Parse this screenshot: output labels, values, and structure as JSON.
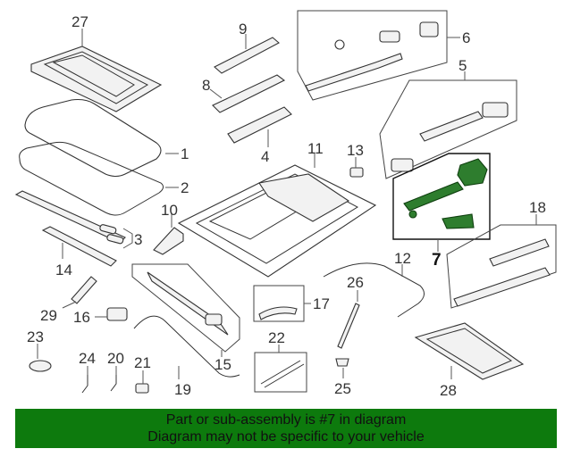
{
  "diagram": {
    "callouts": [
      "27",
      "9",
      "8",
      "6",
      "5",
      "4",
      "1",
      "11",
      "13",
      "2",
      "10",
      "3",
      "14",
      "7",
      "18",
      "12",
      "29",
      "16",
      "26",
      "17",
      "22",
      "23",
      "24",
      "20",
      "21",
      "15",
      "19",
      "25",
      "28"
    ],
    "highlight_color": "#2e7d2e"
  },
  "footer": {
    "line1": "Part or sub-assembly is #7 in diagram",
    "line2": "Diagram may not be specific to your vehicle",
    "background": "#0d7a0d"
  }
}
